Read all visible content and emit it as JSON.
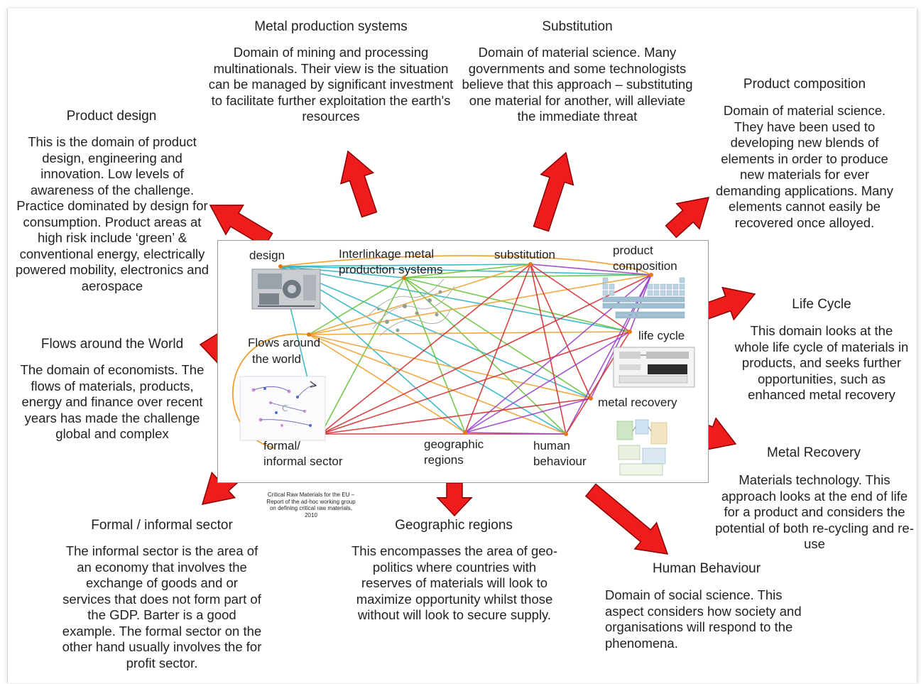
{
  "domains": {
    "metal_production": {
      "title": "Metal production systems",
      "description": "Domain of mining and processing multinationals. Their view is the situation can be managed by significant investment to facilitate further exploitation the earth's resources"
    },
    "substitution": {
      "title": "Substitution",
      "description": "Domain of material science. Many governments and some technologists believe that this approach – substituting one material for another, will alleviate the immediate threat"
    },
    "product_composition": {
      "title": "Product composition",
      "description": "Domain of material science. They have been used to developing new blends of elements in order to produce new materials for ever demanding applications. Many elements cannot easily be recovered once alloyed."
    },
    "product_design": {
      "title": "Product design",
      "description": "This is the domain of product design, engineering and innovation. Low levels of awareness of the challenge. Practice dominated by design for consumption. Product areas at high risk include ‘green’ & conventional energy, electrically powered mobility, electronics and aerospace"
    },
    "life_cycle": {
      "title": "Life Cycle",
      "description": "This domain looks at the whole life cycle of materials in products, and seeks further opportunities, such as enhanced metal recovery"
    },
    "flows": {
      "title": "Flows around the World",
      "description": "The domain of economists. The flows of materials, products, energy and finance over recent years has made the challenge global and complex"
    },
    "metal_recovery": {
      "title": "Metal Recovery",
      "description": "Materials technology. This approach looks at the end of life for a product and considers the potential of both re-cycling and re-use"
    },
    "formal_informal": {
      "title": "Formal / informal sector",
      "description": "The informal sector is the area of an economy that involves the exchange of goods and or services that does not form part of the GDP. Barter is a good example. The formal sector on the other hand usually involves the for profit sector."
    },
    "geographic": {
      "title": "Geographic regions",
      "description": "This encompasses the area of geo-politics where countries with reserves of materials will look to maximize opportunity whilst those without will look to secure supply."
    },
    "human_behaviour": {
      "title": "Human Behaviour",
      "description": "Domain of social science. This aspect considers how society and organisations will respond to the phenomena."
    }
  },
  "network": {
    "labels": {
      "design": "design",
      "interlinkage_line1": "Interlinkage metal",
      "interlinkage_line2": "production systems",
      "substitution": "substitution",
      "product_composition_line1": "product",
      "product_composition_line2": "composition",
      "life_cycle": "life cycle",
      "flows_line1": "Flows around",
      "flows_line2": "the world",
      "metal_recovery": "metal recovery",
      "formal_line1": "formal/",
      "formal_line2": "informal sector",
      "geographic_line1": "geographic",
      "geographic_line2": "regions",
      "human_line1": "human",
      "human_line2": "behaviour"
    },
    "citation": "Critical Raw Materials for the EU – Report of the ad-hoc working group on defining critical raw materials, 2010"
  },
  "colors": {
    "arrow_fill": "#ee1c1c",
    "arrow_stroke": "#8a0000",
    "edge_teal": "#2fb3c4",
    "edge_green": "#67c23a",
    "edge_orange": "#f0a030",
    "edge_red": "#d62d2d",
    "edge_purple": "#9a3fc9",
    "box_border": "#9a9a9a"
  }
}
